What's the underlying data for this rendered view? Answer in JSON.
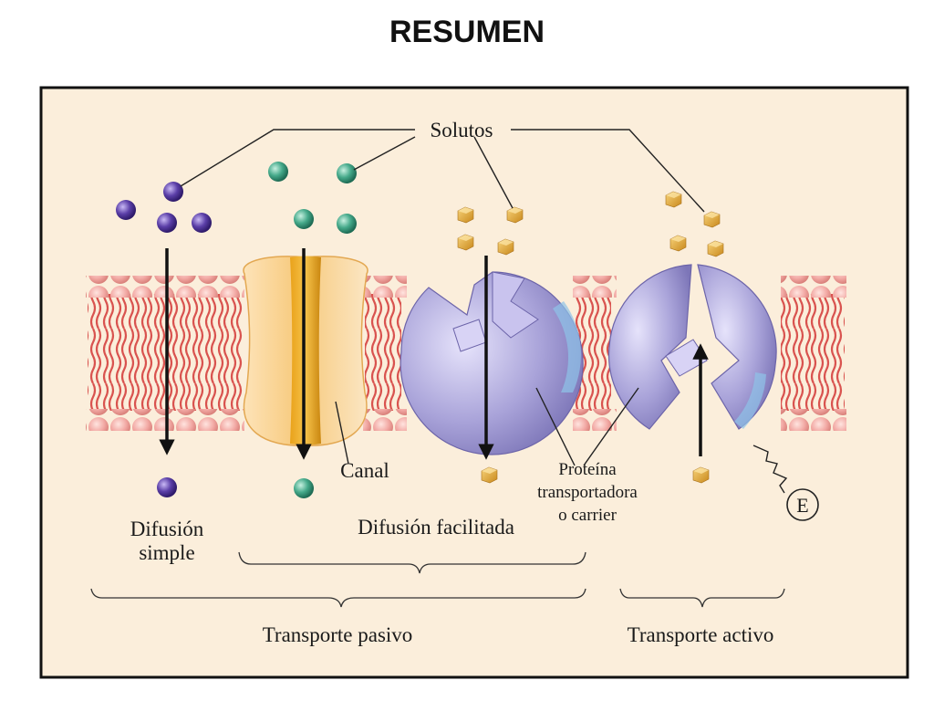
{
  "page": {
    "title": "RESUMEN"
  },
  "labels": {
    "solutes": "Solutos",
    "channel": "Canal",
    "carrier_line1": "Proteína",
    "carrier_line2": "transportadora",
    "carrier_line3": "o carrier",
    "simple_line1": "Difusión",
    "simple_line2": "simple",
    "facilitated": "Difusión facilitada",
    "passive": "Transporte pasivo",
    "active": "Transporte activo",
    "energy": "E"
  },
  "colors": {
    "background": "#fbeedb",
    "phospholipid_head": "#f2a9a4",
    "lipid_tail": "#d9534f",
    "solute_simple": "#5b3fa8",
    "solute_channel": "#45a98a",
    "solute_carrier": "#d9a12c",
    "channel_protein": "#f7c97b",
    "carrier_protein": "#a9a3d9"
  }
}
